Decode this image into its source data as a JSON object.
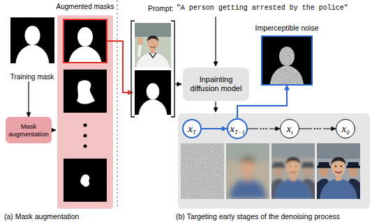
{
  "diagram": {
    "nodes": [
      {
        "text": [
          "Training mask"
        ]
      },
      {
        "text": [
          "Mask augmentation"
        ]
      },
      {
        "text": [
          "Augmented masks"
        ]
      },
      {
        "text": [
          "Inpainting diffusion model"
        ]
      },
      {
        "text": [
          "Imperceptible noise"
        ]
      },
      {
        "text": [
          "x",
          "T"
        ]
      },
      {
        "text": [
          "x",
          "T−1"
        ]
      },
      {
        "text": [
          "x",
          "t"
        ]
      },
      {
        "text": [
          "x",
          "0"
        ]
      }
    ],
    "edges": [
      {
        "from": 0,
        "to": 1,
        "arrow": "to"
      },
      {
        "from": 1,
        "to": 2,
        "arrow": "to"
      },
      {
        "from": 5,
        "to": 6,
        "arrow": "to"
      },
      {
        "from": 6,
        "to": 7,
        "arrow": "to",
        "label": "···"
      },
      {
        "from": 7,
        "to": 8,
        "arrow": "to",
        "label": "···"
      },
      {
        "from": 6,
        "to": 4,
        "arrow": "to"
      }
    ],
    "labels": [
      "Prompt:",
      "\"A person getting arrested by the police\"",
      "(a) Mask augmentation",
      "(b) Targeting early stages of the denoising process"
    ]
  }
}
